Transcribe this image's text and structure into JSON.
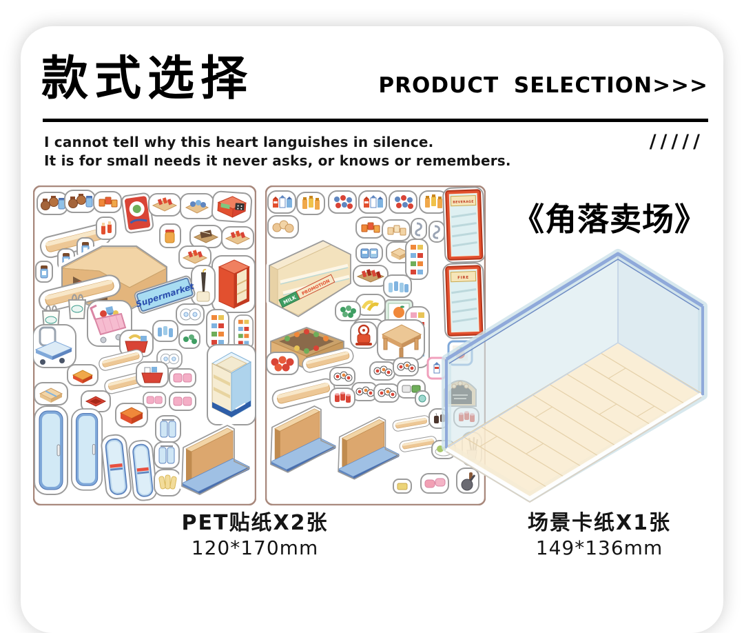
{
  "header": {
    "title_zh": "款式选择",
    "title_en": "PRODUCT SELECTION>>>"
  },
  "quote": {
    "line1": "I cannot tell why this heart languishes in silence.",
    "line2": "It is for small needs it never asks, or knows or remembers.",
    "slashes": "/////"
  },
  "scene": {
    "title": "《角落卖场》"
  },
  "sticker_labels": {
    "supermarket_sign": "Supermarket",
    "milk": "MILK",
    "promotion": "PROMOTION",
    "beverage": "BEVERAGE",
    "fire": "FIRE"
  },
  "captions": {
    "stickers": {
      "line1": "PET贴纸X2张",
      "line2": "120*170mm"
    },
    "scene_card": {
      "line1": "场景卡纸X1张",
      "line2": "149*136mm"
    }
  },
  "colors": {
    "accent_red": "#e2502f",
    "wood_tan": "#eac089",
    "sticker_outline": "#9b9b9b",
    "sheet_border": "#a8887c",
    "scene_wall": "#d5e7ec",
    "scene_trim": "#8fa9da",
    "scene_floor": "#f9ecd2",
    "sign_blue": "#a8dcf2"
  }
}
